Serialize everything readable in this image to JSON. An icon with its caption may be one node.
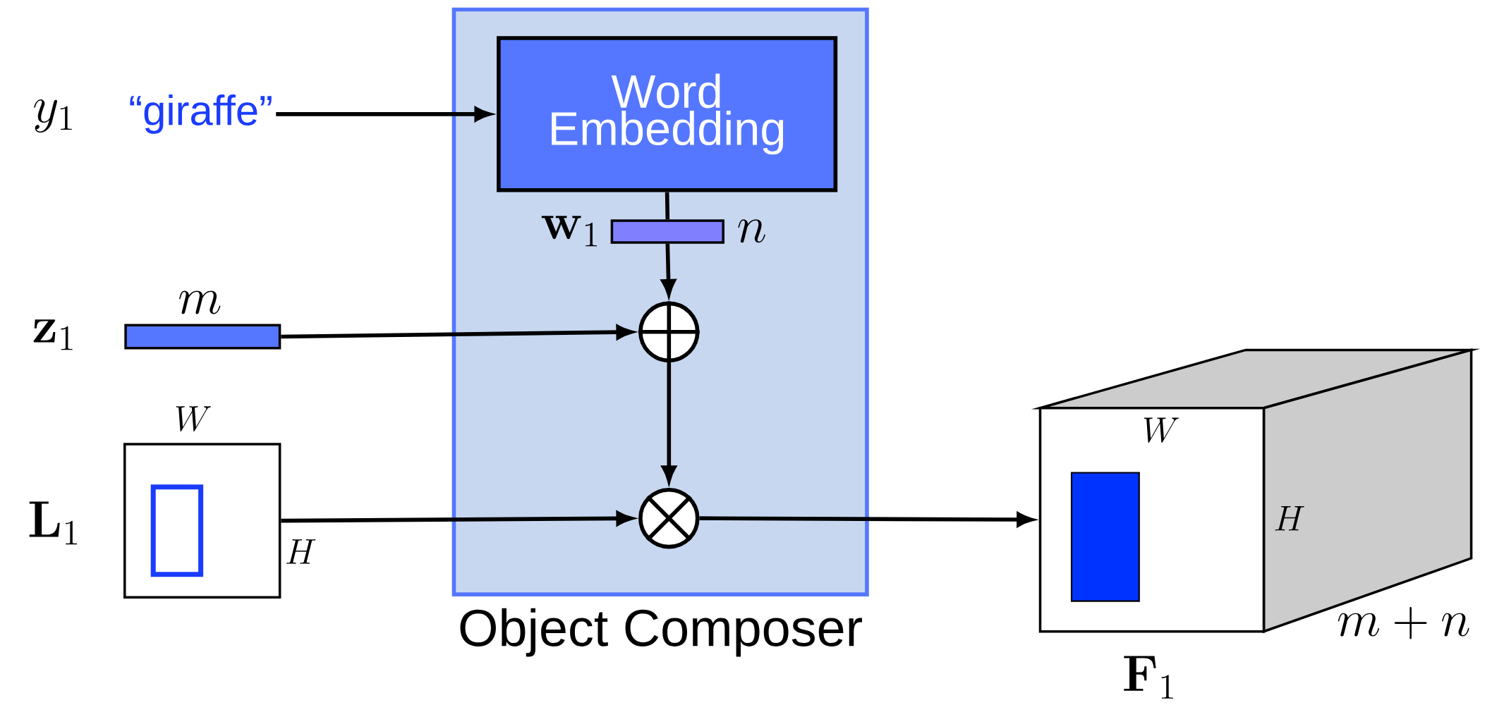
{
  "diagram": {
    "nodes": [
      {
        "text": [
          "Object Composer"
        ]
      },
      {
        "text": [
          "Word Embedding"
        ],
        "in": 0
      },
      {
        "text": [
          "“giraffe”"
        ]
      },
      {
        "text": [],
        "shape": "bar",
        "in": 0,
        "beside": [
          "\\mathbf{w}_1",
          "n"
        ]
      },
      {
        "text": [],
        "shape": "circle",
        "in": 0
      },
      {
        "text": [],
        "shape": "bar",
        "beside": [
          "m"
        ]
      },
      {
        "text": [],
        "shape": "circle",
        "in": 0
      },
      {
        "text": [],
        "shape": "box",
        "beside": [
          "W",
          "H"
        ]
      },
      {
        "text": [
          "W",
          "H",
          "m + n"
        ],
        "beside": [
          "\\mathbf{F}_1"
        ]
      }
    ],
    "edges": [
      {
        "from": 2,
        "to": 1,
        "arrow": "to"
      },
      {
        "from": 1,
        "to": 3,
        "arrow": "none"
      },
      {
        "from": 3,
        "to": 4,
        "arrow": "to"
      },
      {
        "from": 5,
        "to": 4,
        "arrow": "to"
      },
      {
        "from": 4,
        "to": 6,
        "arrow": "to"
      },
      {
        "from": 7,
        "to": 6,
        "arrow": "to"
      },
      {
        "from": 6,
        "to": 8,
        "arrow": "to"
      }
    ],
    "labels": [
      "y_1",
      "\\mathbf{z}_1",
      "\\mathbf{L}_1"
    ]
  }
}
